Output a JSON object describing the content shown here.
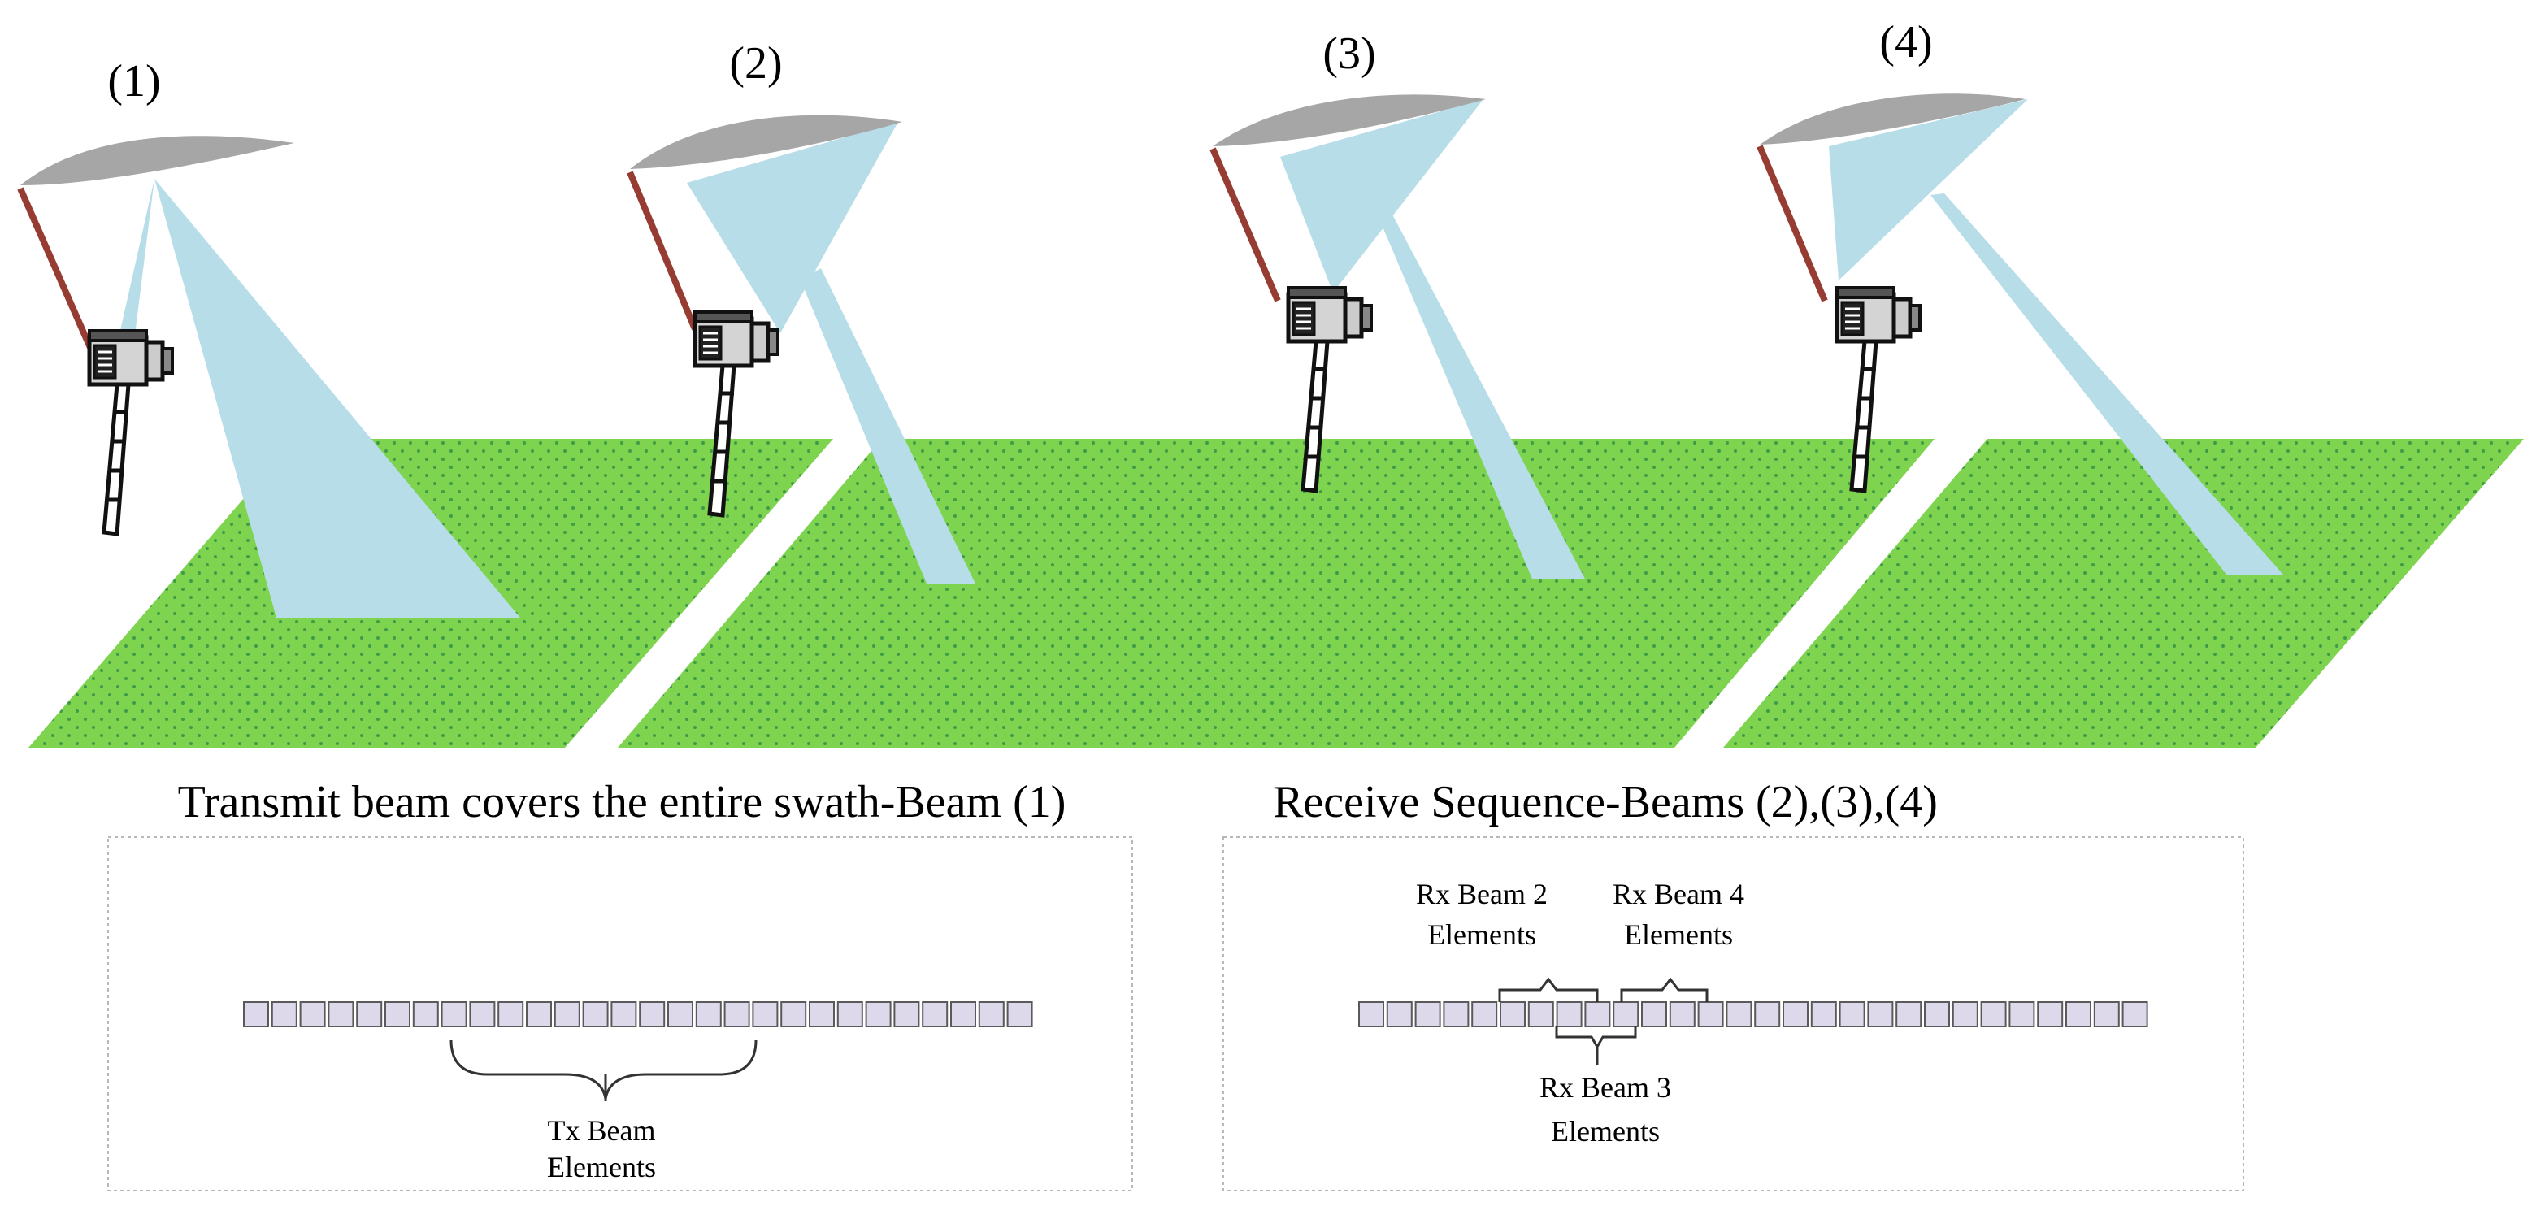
{
  "scenes": [
    {
      "label": "(1)"
    },
    {
      "label": "(2)"
    },
    {
      "label": "(3)"
    },
    {
      "label": "(4)"
    }
  ],
  "captions": {
    "transmit": "Transmit beam covers the entire swath-Beam (1)",
    "receive": "Receive Sequence-Beams (2),(3),(4)"
  },
  "tx_panel": {
    "element_count": 28,
    "label_line1": "Tx Beam",
    "label_line2": "Elements"
  },
  "rx_panel": {
    "element_count": 28,
    "beam2_line1": "Rx Beam 2",
    "beam2_line2": "Elements",
    "beam4_line1": "Rx Beam 4",
    "beam4_line2": "Elements",
    "beam3_line1": "Rx Beam 3",
    "beam3_line2": "Elements"
  },
  "colors": {
    "ground": "#7ed34f",
    "ground_dots": "#3f9a4a",
    "beam": "#b7dde8",
    "reflector": "#a6a6a6",
    "boom": "#963c32",
    "element_fill": "#ddd8ea",
    "element_stroke": "#5a5a5a",
    "panel_border": "#b8b8b8"
  }
}
